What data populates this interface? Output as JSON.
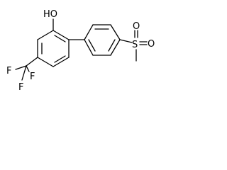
{
  "molecule": {
    "atoms": {
      "hydroxyl": "HO",
      "sulfur": "S",
      "oxygen_top": "O",
      "oxygen_right": "O",
      "fluorine_left": "F",
      "fluorine_middle": "F",
      "fluorine_bottom": "F"
    }
  },
  "colors": {
    "bond": "#000000",
    "label": "#000000",
    "background": "#ffffff"
  }
}
